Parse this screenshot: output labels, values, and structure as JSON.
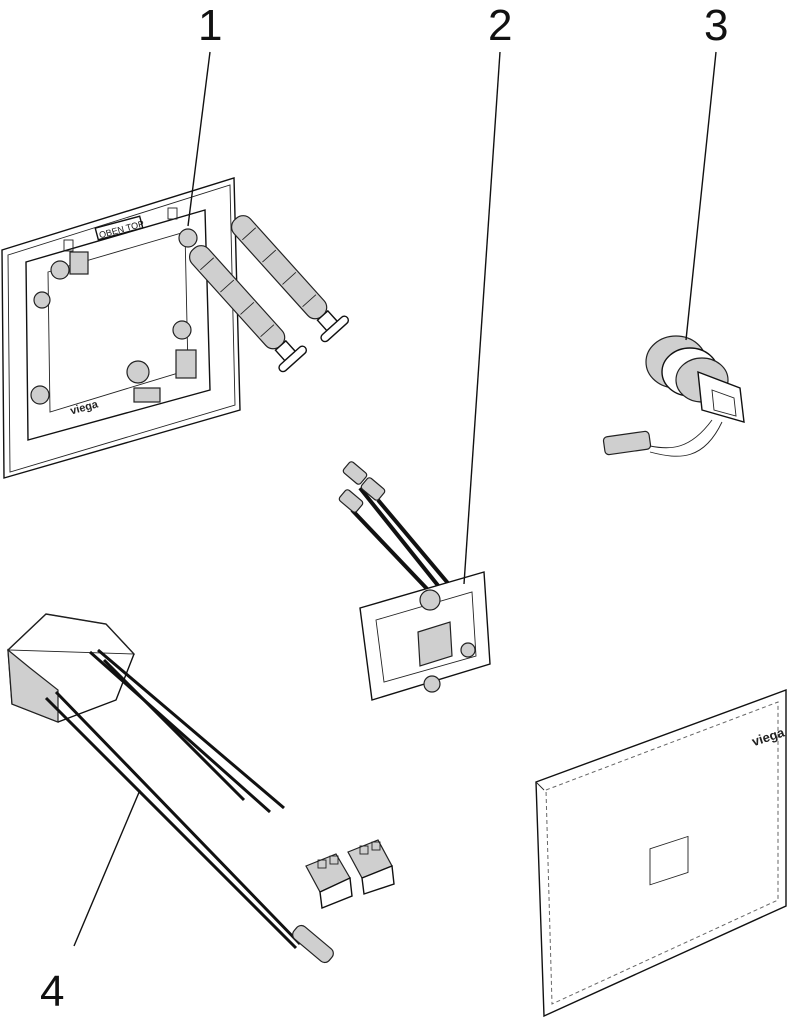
{
  "callouts": [
    {
      "id": "1",
      "label": "1"
    },
    {
      "id": "2",
      "label": "2"
    },
    {
      "id": "3",
      "label": "3"
    },
    {
      "id": "4",
      "label": "4"
    }
  ],
  "frame_labels": {
    "oben_top": "OBEN  TOP",
    "brand_frame": "viega"
  },
  "plate_labels": {
    "brand_plate": "viega"
  }
}
